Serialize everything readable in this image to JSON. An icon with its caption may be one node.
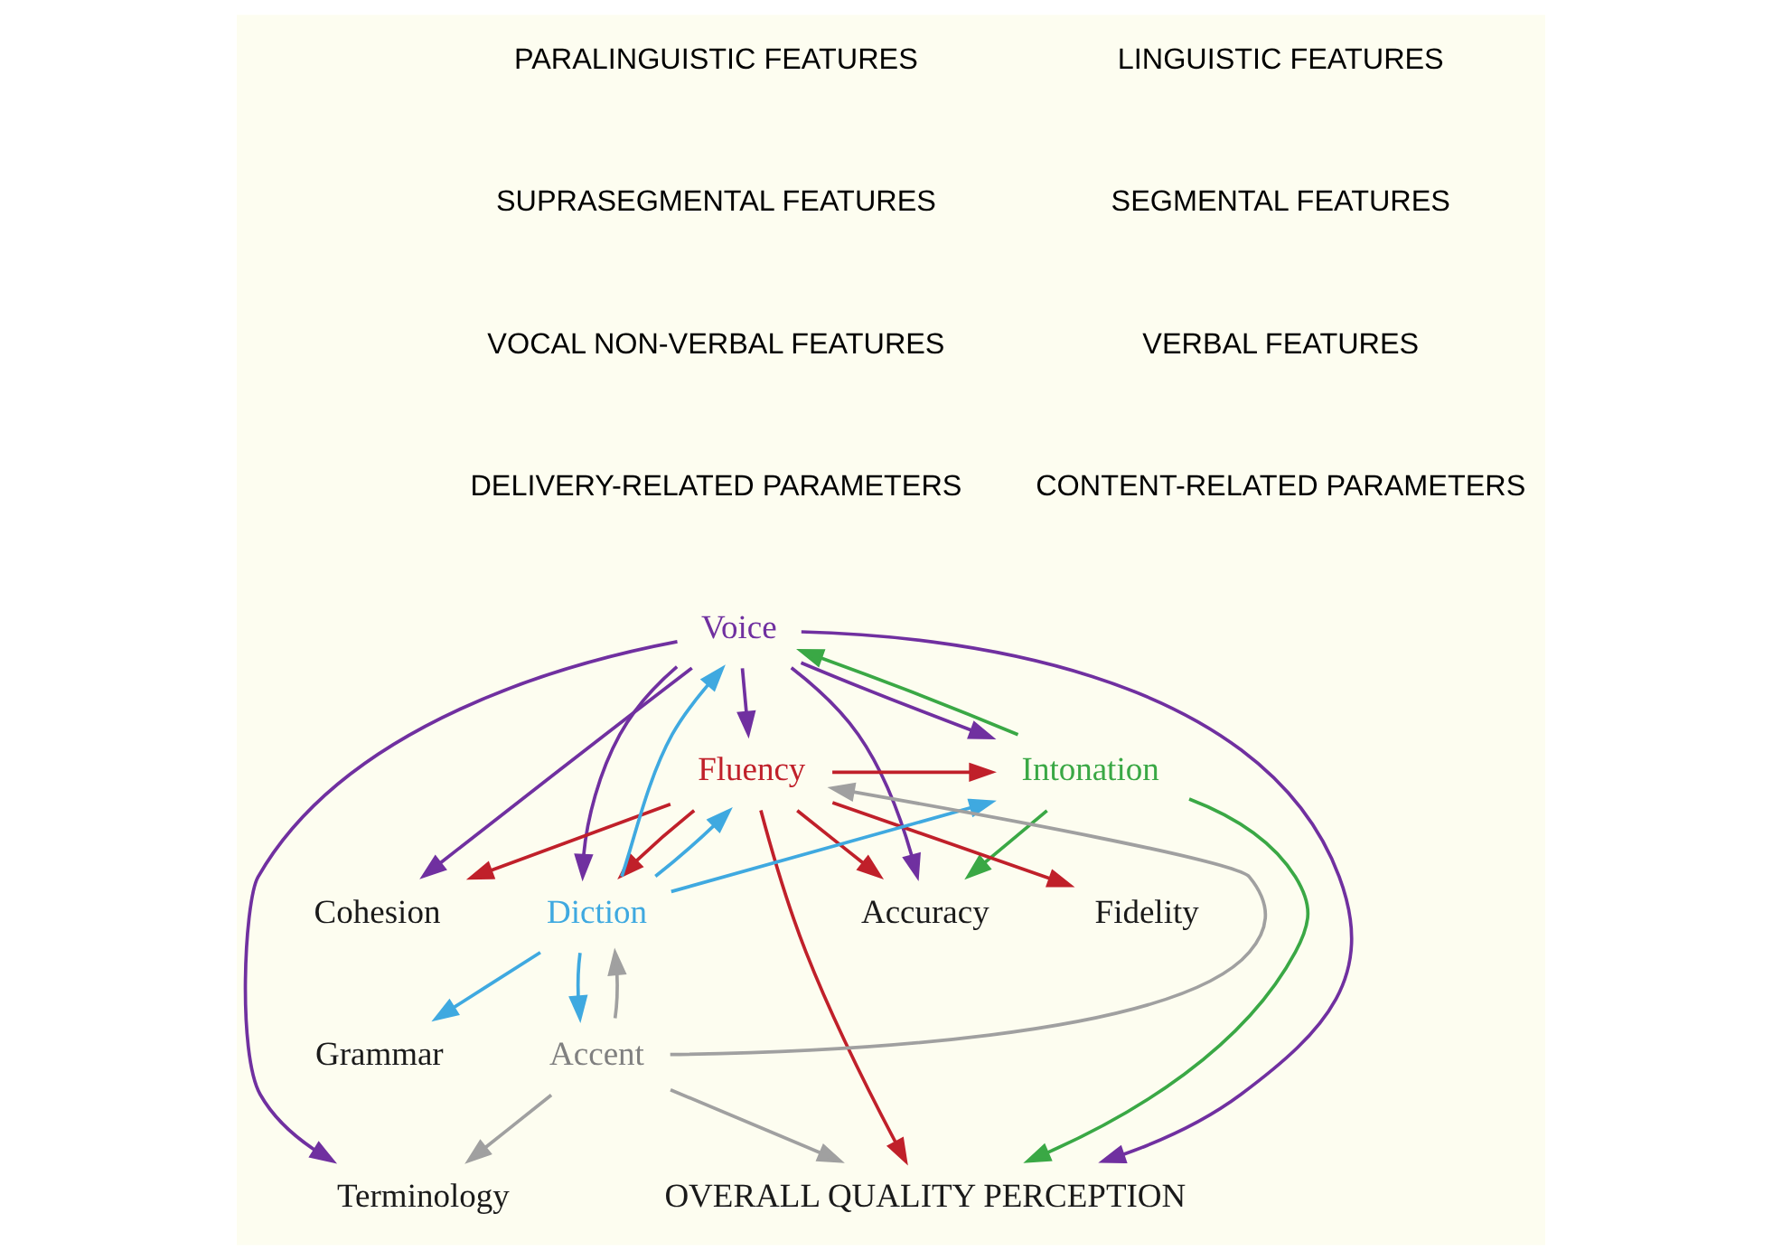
{
  "diagram": {
    "nodes": [
      {
        "text": [
          "Voice"
        ]
      },
      {
        "text": [
          "Intonation"
        ]
      },
      {
        "text": [
          "Fluency"
        ]
      },
      {
        "text": [
          "Diction"
        ]
      },
      {
        "text": [
          "Accent"
        ]
      },
      {
        "text": [
          "Fidelity"
        ]
      },
      {
        "text": [
          "Cohesion"
        ]
      },
      {
        "text": [
          "Terminology"
        ]
      },
      {
        "text": [
          "Grammar"
        ]
      },
      {
        "text": [
          "Accuracy"
        ]
      },
      {
        "text": [
          "OVERALL QUALITY PERCEPTION"
        ]
      }
    ],
    "edges": [
      {
        "from": 0,
        "to": 1,
        "arrow": "to",
        "color": "#7030a0"
      },
      {
        "from": 0,
        "to": 2,
        "arrow": "to",
        "color": "#7030a0"
      },
      {
        "from": 0,
        "to": 3,
        "arrow": "to",
        "color": "#7030a0"
      },
      {
        "from": 0,
        "to": 6,
        "arrow": "to",
        "color": "#7030a0"
      },
      {
        "from": 0,
        "to": 7,
        "arrow": "to",
        "color": "#7030a0"
      },
      {
        "from": 0,
        "to": 9,
        "arrow": "to",
        "color": "#7030a0"
      },
      {
        "from": 0,
        "to": 10,
        "arrow": "to",
        "color": "#7030a0"
      },
      {
        "from": 1,
        "to": 0,
        "arrow": "to",
        "color": "#3aa845"
      },
      {
        "from": 1,
        "to": 9,
        "arrow": "to",
        "color": "#3aa845"
      },
      {
        "from": 1,
        "to": 10,
        "arrow": "to",
        "color": "#3aa845"
      },
      {
        "from": 2,
        "to": 1,
        "arrow": "to",
        "color": "#c0202a"
      },
      {
        "from": 2,
        "to": 3,
        "arrow": "to",
        "color": "#c0202a"
      },
      {
        "from": 2,
        "to": 5,
        "arrow": "to",
        "color": "#c0202a"
      },
      {
        "from": 2,
        "to": 6,
        "arrow": "to",
        "color": "#c0202a"
      },
      {
        "from": 2,
        "to": 9,
        "arrow": "to",
        "color": "#c0202a"
      },
      {
        "from": 2,
        "to": 10,
        "arrow": "to",
        "color": "#c0202a"
      },
      {
        "from": 3,
        "to": 2,
        "arrow": "to",
        "color": "#3fa9e0"
      },
      {
        "from": 3,
        "to": 0,
        "arrow": "to",
        "color": "#3fa9e0"
      },
      {
        "from": 3,
        "to": 1,
        "arrow": "to",
        "color": "#3fa9e0"
      },
      {
        "from": 3,
        "to": 8,
        "arrow": "to",
        "color": "#3fa9e0"
      },
      {
        "from": 3,
        "to": 4,
        "arrow": "to",
        "color": "#3fa9e0"
      },
      {
        "from": 4,
        "to": 3,
        "arrow": "to",
        "color": "#a0a0a0"
      },
      {
        "from": 4,
        "to": 2,
        "arrow": "to",
        "color": "#a0a0a0"
      },
      {
        "from": 4,
        "to": 7,
        "arrow": "to",
        "color": "#a0a0a0"
      },
      {
        "from": 4,
        "to": 10,
        "arrow": "to",
        "color": "#a0a0a0"
      }
    ],
    "labels": [
      "PARALINGUISTIC FEATURES",
      "LINGUISTIC FEATURES",
      "SUPRASEGMENTAL FEATURES",
      "SEGMENTAL FEATURES",
      "VOCAL NON-VERBAL FEATURES",
      "VERBAL FEATURES",
      "DELIVERY-RELATED PARAMETERS",
      "CONTENT-RELATED PARAMETERS"
    ]
  }
}
